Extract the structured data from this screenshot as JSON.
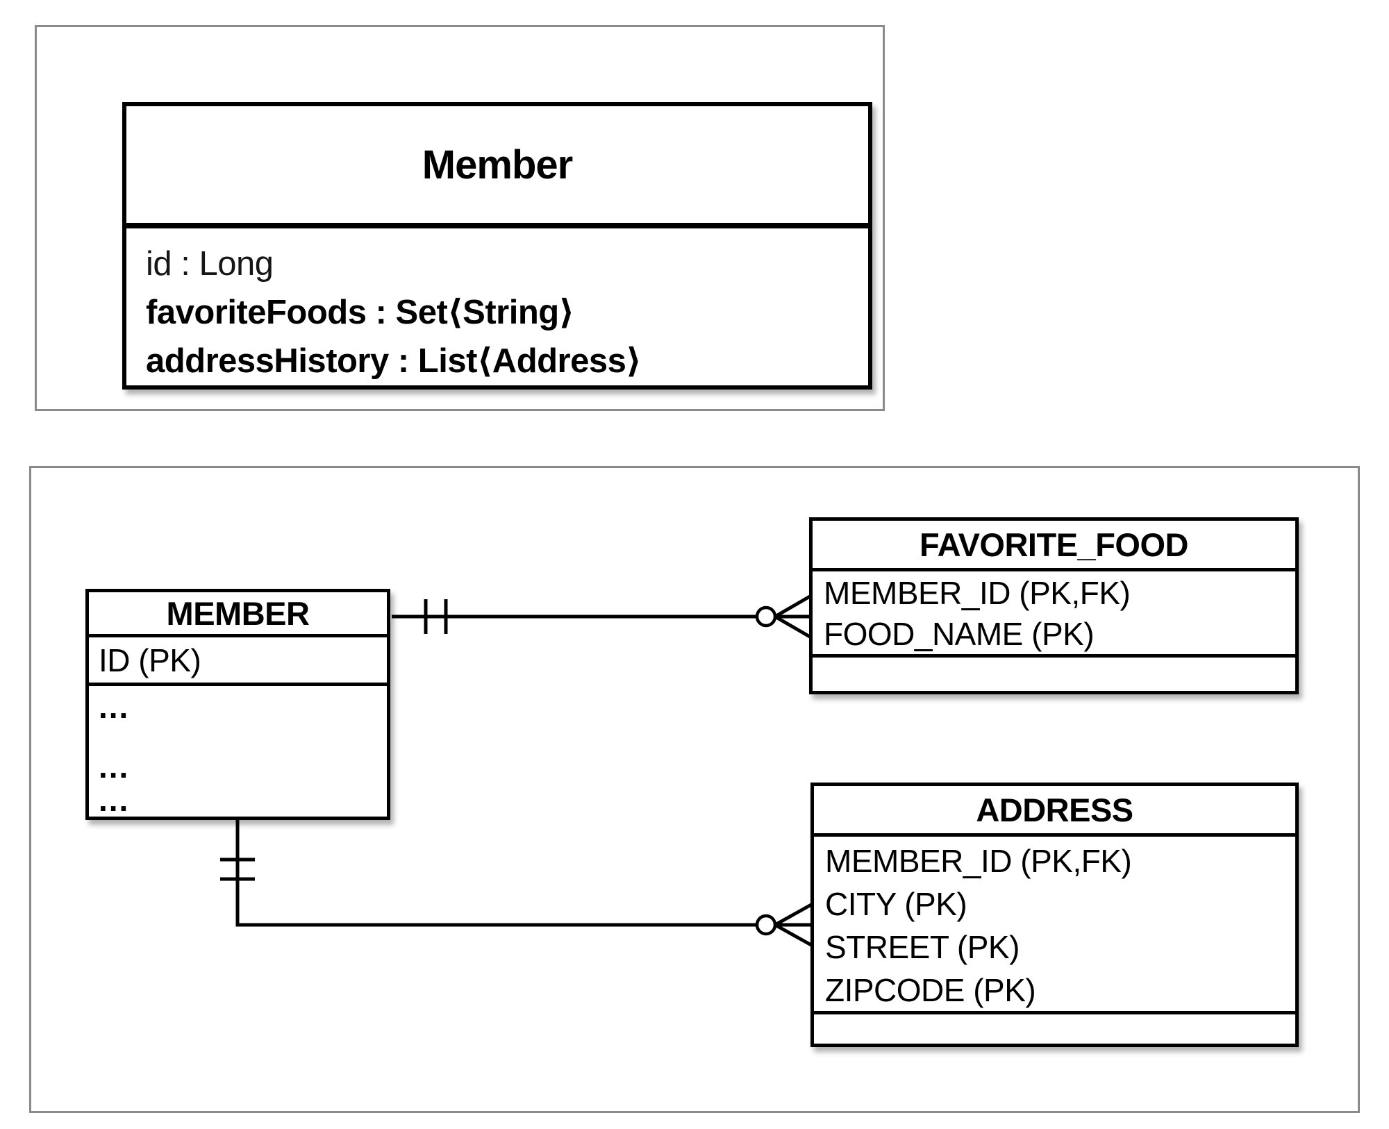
{
  "uml_panel": {
    "class": {
      "title": "Member",
      "attributes": [
        {
          "text": "id : Long",
          "emphasis": "regular"
        },
        {
          "text": "favoriteFoods : Set⟨String⟩",
          "emphasis": "bold"
        },
        {
          "text": "addressHistory : List⟨Address⟩",
          "emphasis": "bold"
        }
      ]
    }
  },
  "er_panel": {
    "tables": [
      {
        "name": "MEMBER",
        "rows": [
          "ID (PK)"
        ],
        "extra_rows": [
          "...",
          "...",
          "..."
        ]
      },
      {
        "name": "FAVORITE_FOOD",
        "rows": [
          "MEMBER_ID (PK,FK)",
          "FOOD_NAME (PK)"
        ]
      },
      {
        "name": "ADDRESS",
        "rows": [
          "MEMBER_ID (PK,FK)",
          "CITY (PK)",
          "STREET (PK)",
          "ZIPCODE (PK)"
        ]
      }
    ],
    "relationships": [
      {
        "from": "MEMBER",
        "to": "FAVORITE_FOOD",
        "from_cardinality": "one-and-only-one",
        "to_cardinality": "zero-or-many"
      },
      {
        "from": "MEMBER",
        "to": "ADDRESS",
        "from_cardinality": "one-and-only-one",
        "to_cardinality": "zero-or-many"
      }
    ]
  },
  "colors": {
    "background": "#ffffff",
    "line": "#000000",
    "panel_border": "#8a8a8a"
  }
}
